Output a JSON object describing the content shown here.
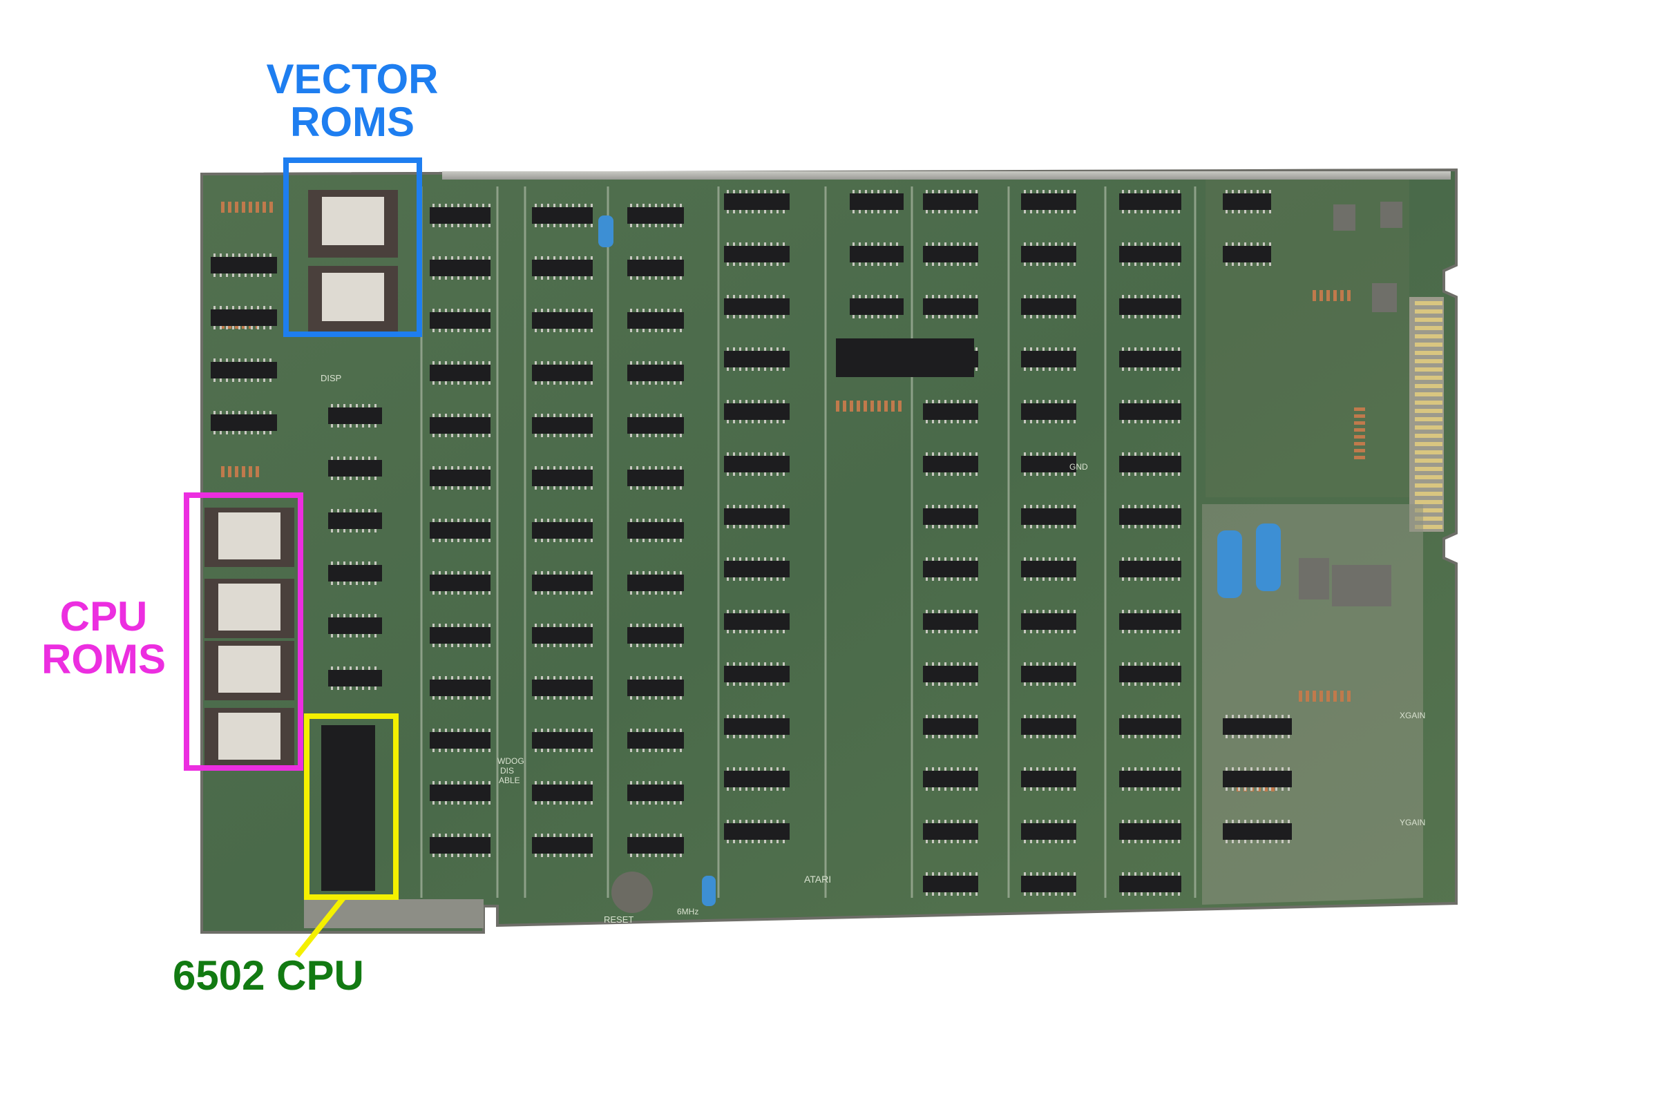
{
  "labels": {
    "vector_roms": [
      "VECTOR",
      "ROMS"
    ],
    "cpu_roms": [
      "CPU",
      "ROMS"
    ],
    "cpu": "6502 CPU"
  },
  "board_text": {
    "atari": "ATARI",
    "reset": "RESET",
    "disp": "DISP",
    "wdog": [
      "WDOG",
      "DIS",
      "ABLE"
    ],
    "gnd": "GND",
    "xgain": "XGAIN",
    "ygain": "YGAIN",
    "mhz": "6MHz"
  },
  "colors": {
    "board": "#4f6e4d",
    "board_dark": "#3c5a3e",
    "trace": "#8c9e86",
    "chip": "#1d1d1f",
    "eprom_body": "#4a403c",
    "eprom_label": "#dedad2",
    "vector_box": "#1e7ef0",
    "cpu_box": "#ec2ee0",
    "cpu6502_box": "#f4f000",
    "cpu6502_text": "#127a12"
  }
}
